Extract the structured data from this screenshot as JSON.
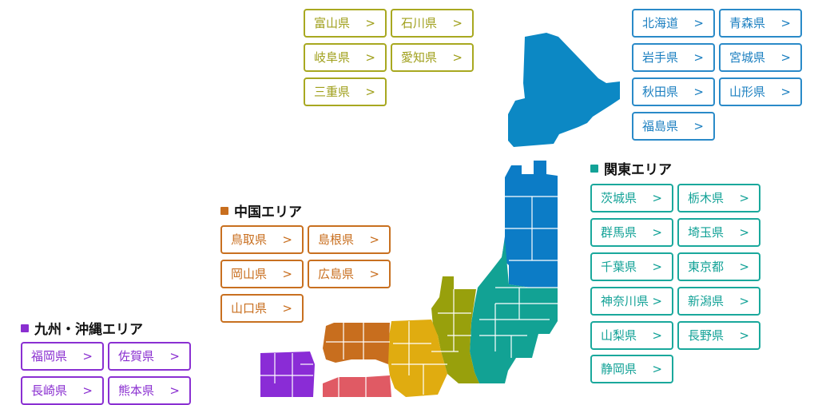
{
  "colors": {
    "hokkaido": "#0c88c4",
    "tohoku": "#0c7cc6",
    "kanto": "#12a294",
    "chubu": "#98a00c",
    "kinki": "#e0ac10",
    "chugoku": "#c86e1e",
    "shikoku": "#e05a64",
    "kyushu": "#8a2cd6",
    "grid": "#ffffff"
  },
  "chubu": {
    "buttons": [
      "富山県",
      "石川県",
      "岐阜県",
      "愛知県",
      "三重県"
    ]
  },
  "tohoku": {
    "buttons": [
      "北海道",
      "青森県",
      "岩手県",
      "宮城県",
      "秋田県",
      "山形県",
      "福島県"
    ]
  },
  "kanto": {
    "title": "関東エリア",
    "buttons": [
      "茨城県",
      "栃木県",
      "群馬県",
      "埼玉県",
      "千葉県",
      "東京都",
      "神奈川県",
      "新潟県",
      "山梨県",
      "長野県",
      "静岡県"
    ]
  },
  "chugoku": {
    "title": "中国エリア",
    "buttons": [
      "鳥取県",
      "島根県",
      "岡山県",
      "広島県",
      "山口県"
    ]
  },
  "kyushu": {
    "title": "九州・沖縄エリア",
    "buttons": [
      "福岡県",
      "佐賀県",
      "長崎県",
      "熊本県"
    ]
  },
  "chevron": ">"
}
